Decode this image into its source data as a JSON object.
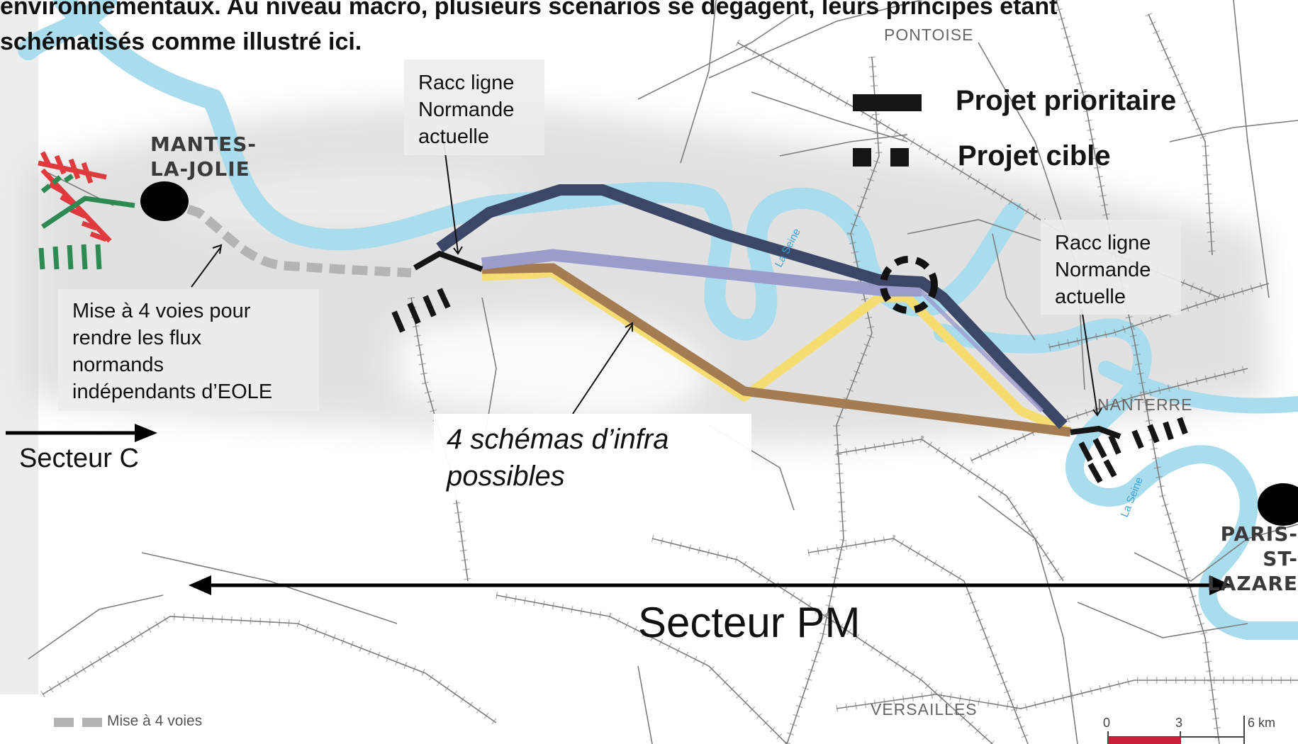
{
  "header": {
    "line1": "environnementaux. Au niveau macro, plusieurs scénarios se dégagent, leurs principes étant",
    "line2": "schématisés comme illustré ici."
  },
  "legend": {
    "prioritaire": "Projet prioritaire",
    "cible": "Projet cible"
  },
  "callouts": {
    "racc_left": [
      "Racc ligne",
      "Normande",
      "actuelle"
    ],
    "racc_right": [
      "Racc ligne",
      "Normande",
      "actuelle"
    ],
    "mise4": [
      "Mise à 4 voies pour",
      "rendre les flux",
      "normands",
      "indépendants d’EOLE"
    ],
    "schemas": [
      "4 schémas d’infra",
      "possibles"
    ]
  },
  "places": {
    "mantes": [
      "MANTES-",
      "LA-JOLIE"
    ],
    "paris": [
      "PARIS-",
      "ST-LAZARE"
    ],
    "pontoise": "PONTOISE",
    "nanterre": "NANTERRE",
    "versailles": "VERSAILLES"
  },
  "rivers": {
    "seine1": "La Seine",
    "seine2": "La Seine"
  },
  "sectors": {
    "c": "Secteur C",
    "pm": "Secteur PM"
  },
  "bottom_legend": {
    "mise4": "Mise à 4 voies"
  },
  "scale": {
    "zero": "0",
    "mid": "3",
    "end": "6 km"
  },
  "colors": {
    "river": "#a9dced",
    "route_dark": "#3c4666",
    "route_lavender": "#9a9ccb",
    "route_yellow": "#f6dd72",
    "route_brown": "#a57b52",
    "rail_red": "#e03a3e",
    "rail_green": "#2d8a52",
    "scale_red": "#c8203a"
  }
}
